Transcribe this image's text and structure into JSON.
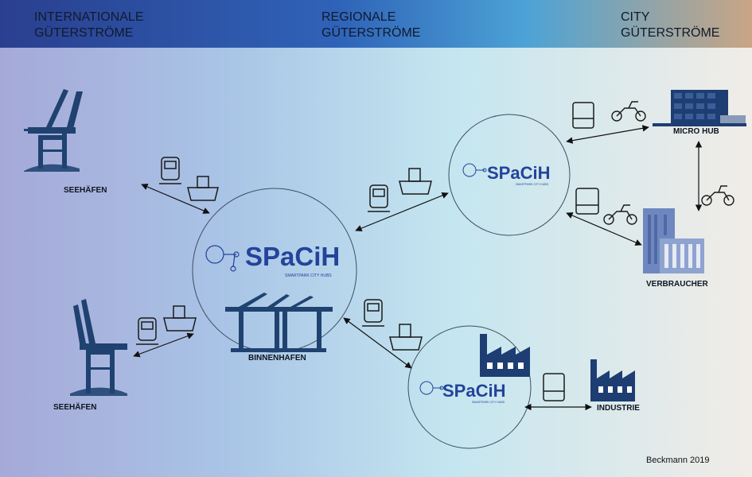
{
  "header": {
    "international": [
      "INTERNATIONALE",
      "GÜTERSTRÖME"
    ],
    "regional": [
      "REGIONALE",
      "GÜTERSTRÖME"
    ],
    "city": [
      "CITY",
      "GÜTERSTRÖME"
    ]
  },
  "nodes": {
    "seehafen_top": "SEEHÄFEN",
    "seehafen_bottom": "SEEHÄFEN",
    "binnenhafen": "BINNENHAFEN",
    "micro_hub": "MICRO HUB",
    "verbraucher": "VERBRAUCHER",
    "industrie": "INDUSTRIE"
  },
  "logo": {
    "name": "SPaCiH",
    "tagline": "SMARTPARK CITY HUBS"
  },
  "credit": "Beckmann 2019",
  "colors": {
    "header_left": "#2a3f8f",
    "header_mid": "#3a8fd0",
    "header_right": "#c9a584",
    "bg_left": "#a6a9d8",
    "bg_mid": "#c4e6f0",
    "bg_right": "#f1ece7",
    "icon_blue": "#1d3d72",
    "logo_blue": "#24439a"
  }
}
